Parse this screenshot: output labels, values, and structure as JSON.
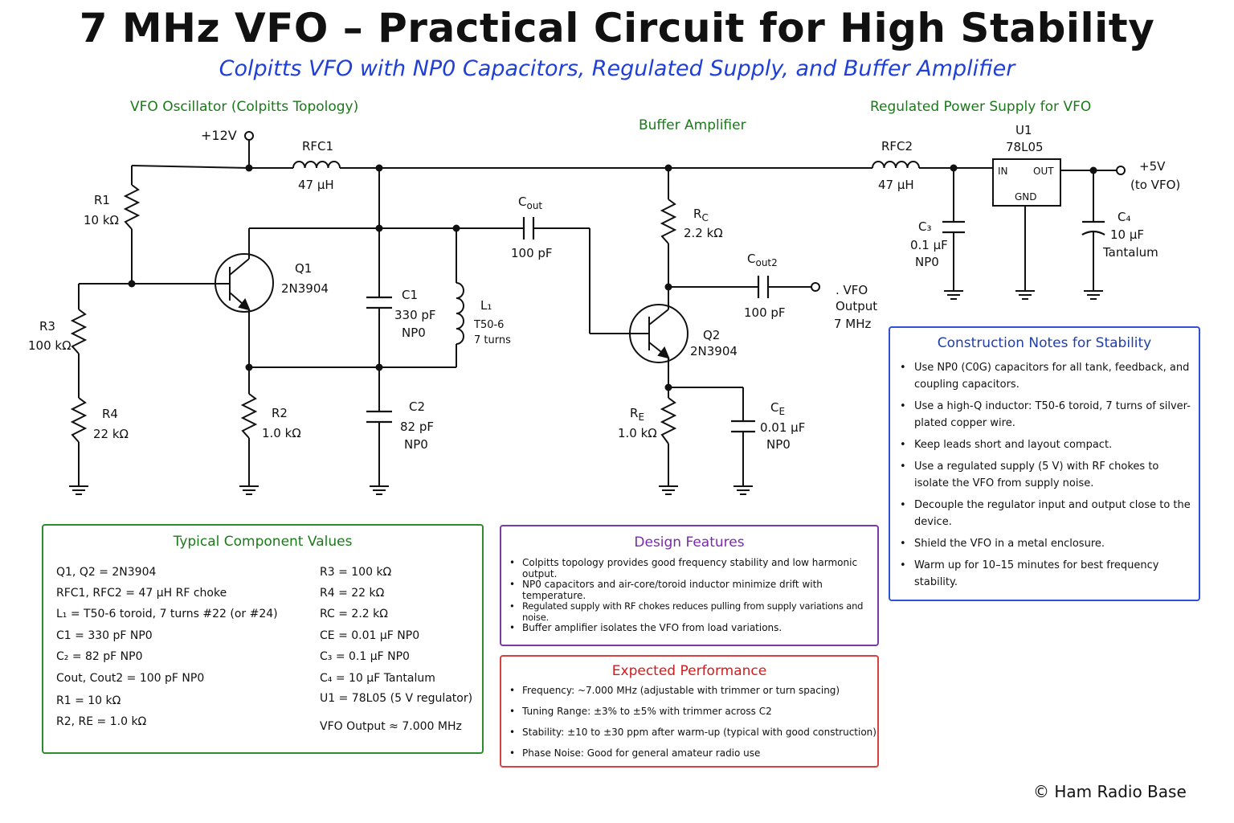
{
  "title": "7 MHz VFO – Practical Circuit for High Stability",
  "subtitle": "Colpitts VFO with NP0 Capacitors, Regulated Supply, and Buffer Amplifier",
  "sections": {
    "oscillator": "VFO Oscillator (Colpitts Topology)",
    "buffer": "Buffer Amplifier",
    "supply": "Regulated Power Supply for VFO"
  },
  "schematic": {
    "vcc": "+12V",
    "rfc1": {
      "name": "RFC1",
      "value": "47 µH"
    },
    "rfc2": {
      "name": "RFC2",
      "value": "47 µH"
    },
    "r1": {
      "name": "R1",
      "value": "10 kΩ"
    },
    "r2": {
      "name": "R2",
      "value": "1.0 kΩ"
    },
    "r3": {
      "name": "R3",
      "value": "100 kΩ"
    },
    "r4": {
      "name": "R4",
      "value": "22 kΩ"
    },
    "q1": {
      "name": "Q1",
      "value": "2N3904"
    },
    "q2": {
      "name": "Q2",
      "value": "2N3904"
    },
    "c1": {
      "name": "C1",
      "value": "330 pF",
      "type": "NP0"
    },
    "c2": {
      "name": "C2",
      "value": "82 pF",
      "type": "NP0"
    },
    "l1": {
      "name": "L₁",
      "value": "T50-6",
      "turns": "7 turns"
    },
    "cout": {
      "name": "C",
      "sub": "out",
      "value": "100 pF"
    },
    "cout2": {
      "name": "C",
      "sub": "out2",
      "value": "100 pF"
    },
    "rc": {
      "name": "R",
      "sub": "C",
      "value": "2.2 kΩ"
    },
    "re": {
      "name": "R",
      "sub": "E",
      "value": "1.0 kΩ"
    },
    "ce": {
      "name": "C",
      "sub": "E",
      "value": "0.01 µF",
      "type": "NP0"
    },
    "vfo_out": {
      "line1": ". VFO",
      "line2": "Output",
      "line3": "7 MHz"
    },
    "u1": {
      "name": "U1",
      "part": "78L05",
      "in": "IN",
      "out": "OUT",
      "gnd": "GND"
    },
    "c3": {
      "name": "C₃",
      "value": "0.1 µF",
      "type": "NP0"
    },
    "c4": {
      "name": "C₄",
      "value": "10 µF",
      "type": "Tantalum"
    },
    "v5": {
      "line1": "+5V",
      "line2": "(to VFO)"
    }
  },
  "values_box": {
    "title": "Typical Component Values",
    "left": [
      "Q1, Q2          =    2N3904",
      "RFC1, RFC2    =    47 µH  RF  choke",
      "L₁   =   T50-6 toroid, 7 turns #22 (or #24)",
      "C1   =   330 pF NP0",
      "C₂   =   82 pF NP0",
      "Cout, Cout2   =   100 pF NP0",
      "R1   =   10 kΩ",
      "R2, RE   =   1.0 kΩ"
    ],
    "right": [
      "R3   =   100 kΩ",
      "R4   =   22 kΩ",
      "RC   =   2.2 kΩ",
      "CE   =   0.01 µF NP0",
      "C₃   =   0.1 µF  NP0",
      "C₄   =   10 µF Tantalum",
      "U1   =   78L05 (5 V regulator)",
      "VFO Output  ≈  7.000 MHz"
    ]
  },
  "features_box": {
    "title": "Design Features",
    "items": [
      "Colpitts topology provides good frequency stability and low harmonic output.",
      "NP0 capacitors and air-core/toroid inductor minimize drift with temperature.",
      "Regulated supply with RF chokes reduces pulling from supply variations and noise.",
      "Buffer amplifier isolates the VFO from load variations."
    ]
  },
  "perf_box": {
    "title": "Expected Performance",
    "items": [
      "Frequency:      ~7.000 MHz (adjustable with trimmer or turn spacing)",
      "Tuning Range:   ±3% to ±5% with trimmer across C2",
      "Stability:   ±10 to ±30 ppm after warm-up (typical with good construction)",
      "Phase Noise:   Good for general amateur radio use"
    ]
  },
  "notes_box": {
    "title": "Construction Notes for Stability",
    "items": [
      "Use NP0 (C0G) capacitors for all tank, feedback, and coupling capacitors.",
      "Use a high-Q inductor: T50-6 toroid, 7 turns of silver-plated copper wire.",
      "Keep leads short and layout compact.",
      "Use a regulated supply (5 V) with RF chokes to isolate the VFO from supply noise.",
      "Decouple the regulator input and output close to the device.",
      "Shield the VFO in a metal enclosure.",
      "Warm up for 10–15 minutes for best frequency stability."
    ]
  },
  "copyright": "© Ham Radio Base"
}
